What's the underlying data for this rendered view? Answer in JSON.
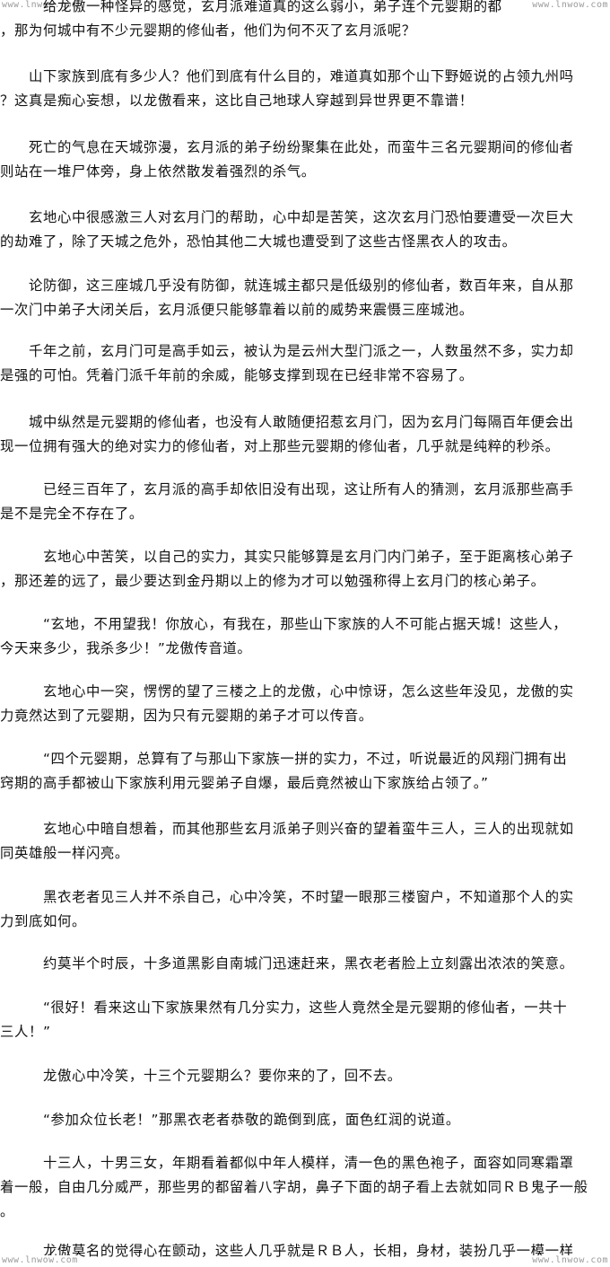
{
  "watermarks": {
    "top_left": "www.lnwow.com",
    "top_right": "www.lnwow.com",
    "bottom_left": "www.lnwow.com",
    "bottom_right": "www.lnwow.com"
  },
  "paragraphs": [
    {
      "lines": [
        "　　　给龙傲一种怪异的感觉，玄月派难道真的这么弱小，弟子连个元婴期的都",
        "，那为何城中有不少元婴期的修仙者，他们为何不灭了玄月派呢？"
      ]
    },
    {
      "lines": [
        "　　山下家族到底有多少人？他们到底有什么目的，难道真如那个山下野姬说的占领九州吗",
        "？这真是痴心妄想，以龙傲看来，这比自己地球人穿越到异世界更不靠谱！"
      ]
    },
    {
      "lines": [
        "　　死亡的气息在天城弥漫，玄月派的弟子纷纷聚集在此处，而蛮牛三名元婴期间的修仙者",
        "则站在一堆尸体旁，身上依然散发着强烈的杀气。"
      ]
    },
    {
      "lines": [
        "　　玄地心中很感激三人对玄月门的帮助，心中却是苦笑，这次玄月门恐怕要遭受一次巨大",
        "的劫难了，除了天城之危外，恐怕其他二大城也遭受到了这些古怪黑衣人的攻击。"
      ]
    },
    {
      "lines": [
        "　　论防御，这三座城几乎没有防御，就连城主都只是低级别的修仙者，数百年来，自从那",
        "一次门中弟子大闭关后，玄月派便只能够靠着以前的威势来震慑三座城池。"
      ]
    },
    {
      "lines": [
        "　　千年之前，玄月门可是高手如云，被认为是云州大型门派之一，人数虽然不多，实力却",
        "是强的可怕。凭着门派千年前的余威，能够支撑到现在已经非常不容易了。"
      ]
    },
    {
      "lines": [
        "　　城中纵然是元婴期的修仙者，也没有人敢随便招惹玄月门，因为玄月门每隔百年便会出",
        "现一位拥有强大的绝对实力的修仙者，对上那些元婴期的修仙者，几乎就是纯粹的秒杀。"
      ]
    },
    {
      "lines": [
        "　　　已经三百年了，玄月派的高手却依旧没有出现，这让所有人的猜测，玄月派那些高手",
        "是不是完全不存在了。"
      ]
    },
    {
      "lines": [
        "　　　玄地心中苦笑，以自己的实力，其实只能够算是玄月门内门弟子，至于距离核心弟子",
        "，那还差的远了，最少要达到金丹期以上的修为才可以勉强称得上玄月门的核心弟子。"
      ]
    },
    {
      "lines": [
        "　　　“玄地，不用望我！你放心，有我在，那些山下家族的人不可能占据天城！这些人，",
        "今天来多少，我杀多少！”龙傲传音道。"
      ]
    },
    {
      "lines": [
        "　　　玄地心中一突，愣愣的望了三楼之上的龙傲，心中惊讶，怎么这些年没见，龙傲的实",
        "力竟然达到了元婴期，因为只有元婴期的弟子才可以传音。"
      ]
    },
    {
      "lines": [
        "　　　“四个元婴期，总算有了与那山下家族一拼的实力，不过，听说最近的风翔门拥有出",
        "窍期的高手都被山下家族利用元婴弟子自爆，最后竟然被山下家族给占领了。”"
      ]
    },
    {
      "lines": [
        "　　　玄地心中暗自想着，而其他那些玄月派弟子则兴奋的望着蛮牛三人，三人的出现就如",
        "同英雄般一样闪亮。"
      ]
    },
    {
      "lines": [
        "　　　黑衣老者见三人并不杀自己，心中冷笑，不时望一眼那三楼窗户，不知道那个人的实",
        "力到底如何。"
      ]
    },
    {
      "lines": [
        "　　　约莫半个时辰，十多道黑影自南城门迅速赶来，黑衣老者脸上立刻露出浓浓的笑意。"
      ]
    },
    {
      "lines": [
        "　　　“很好！看来这山下家族果然有几分实力，这些人竟然全是元婴期的修仙者，一共十",
        "三人！”"
      ]
    },
    {
      "lines": [
        "　　　龙傲心中冷笑，十三个元婴期么？要你来的了，回不去。"
      ]
    },
    {
      "lines": [
        "　　　“参加众位长老！”那黑衣老者恭敬的跪倒到底，面色红润的说道。"
      ]
    },
    {
      "lines": [
        "　　　十三人，十男三女，年期看着都似中年人模样，清一色的黑色袍子，面容如同寒霜罩",
        "着一般，自由几分威严，那些男的都留着八字胡，鼻子下面的胡子看上去就如同ＲＢ鬼子一般",
        "。"
      ]
    },
    {
      "lines": [
        "　　　龙傲莫名的觉得心在颤动，这些人几乎就是ＲＢ人，长相，身材，装扮几乎一模一样"
      ]
    }
  ]
}
